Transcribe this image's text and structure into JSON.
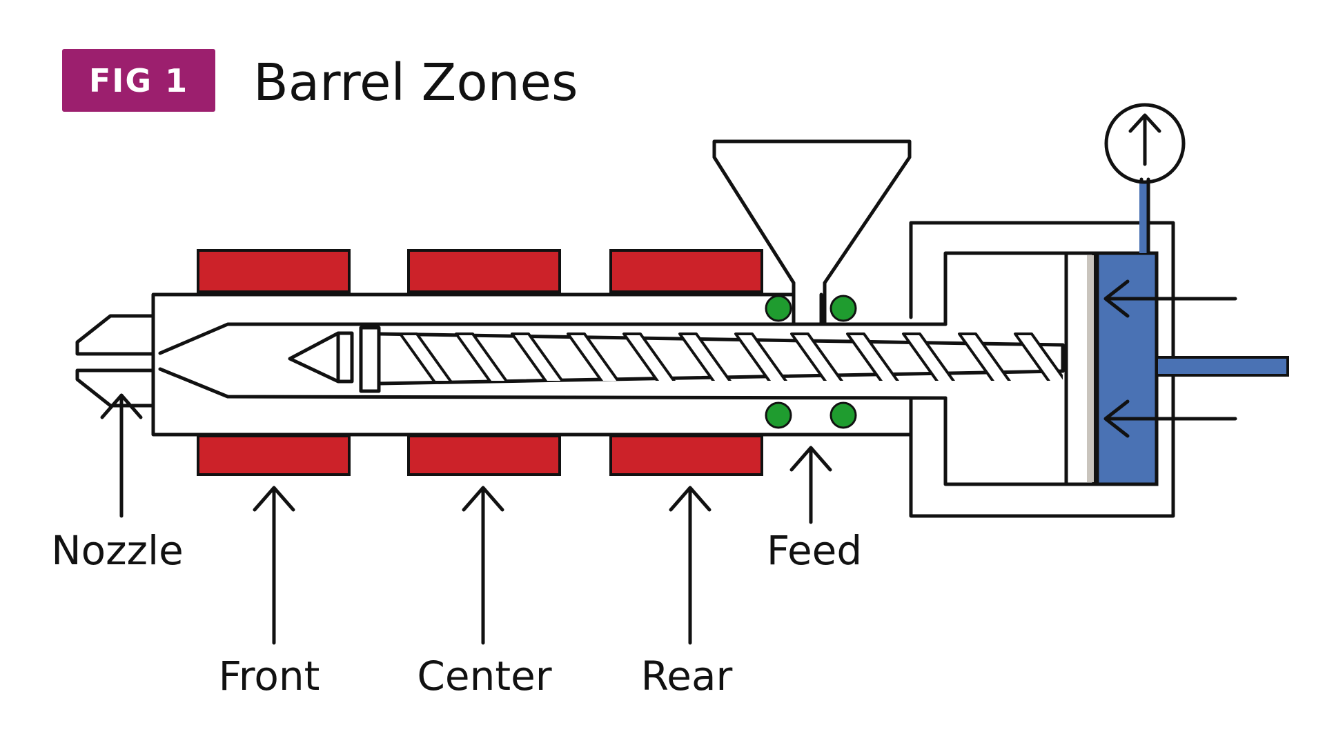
{
  "figure": {
    "badge": "FIG 1",
    "title": "Barrel Zones"
  },
  "labels": {
    "nozzle": "Nozzle",
    "front": "Front",
    "center": "Center",
    "rear": "Rear",
    "feed": "Feed"
  },
  "colors": {
    "badge": "#9c1f6e",
    "heater": "#cc2229",
    "sensor": "#1f9c2f",
    "cylinder": "#4a72b4",
    "line": "#111111",
    "background": "#ffffff"
  }
}
